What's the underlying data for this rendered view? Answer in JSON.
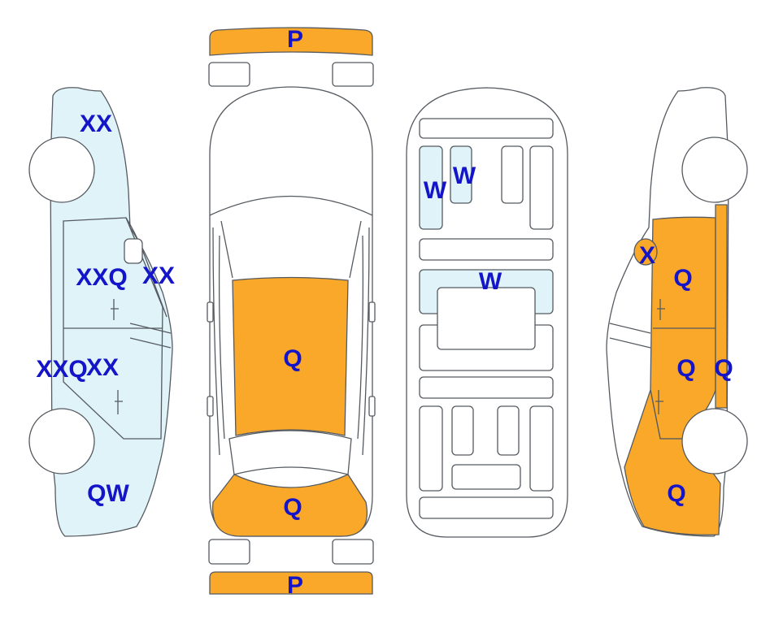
{
  "colors": {
    "orange": "#f9a82a",
    "blue": "#dff3f9",
    "outline": "#555a60",
    "code_text": "#1414c8"
  },
  "labels": {
    "front_bumper": "P",
    "rear_bumper": "P",
    "left_fender": "XX",
    "left_front_door": "XXQ",
    "left_mirror": "XX",
    "left_rocker": "XXQ",
    "left_rear_door": "XX",
    "left_rear_quarter": "QW",
    "roof": "Q",
    "trunk_lid": "Q",
    "glass_front_left": "W",
    "glass_front_right": "W",
    "glass_center": "W",
    "right_mirror": "X",
    "right_front_door": "Q",
    "right_rear_door": "Q",
    "right_rocker": "Q",
    "right_rear_quarter": "Q"
  }
}
